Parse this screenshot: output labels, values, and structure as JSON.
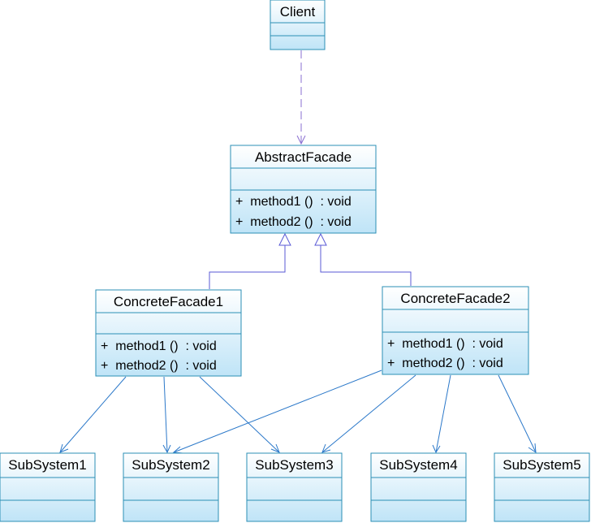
{
  "colors": {
    "box_border": "#2b8fb5",
    "box_fill_top": "#ffffff",
    "box_fill_bottom": "#bfe4f7",
    "dependency": "#8a6fd1",
    "generalization": "#5a5ad6",
    "association": "#2b78c9"
  },
  "classes": {
    "client": {
      "name": "Client"
    },
    "abstract_facade": {
      "name": "AbstractFacade",
      "operations": [
        "+  method1 ()  : void",
        "+  method2 ()  : void"
      ]
    },
    "concrete_facade1": {
      "name": "ConcreteFacade1",
      "operations": [
        "+  method1 ()  : void",
        "+  method2 ()  : void"
      ]
    },
    "concrete_facade2": {
      "name": "ConcreteFacade2",
      "operations": [
        "+  method1 ()  : void",
        "+  method2 ()  : void"
      ]
    },
    "subsystem1": {
      "name": "SubSystem1"
    },
    "subsystem2": {
      "name": "SubSystem2"
    },
    "subsystem3": {
      "name": "SubSystem3"
    },
    "subsystem4": {
      "name": "SubSystem4"
    },
    "subsystem5": {
      "name": "SubSystem5"
    }
  },
  "relationships": [
    {
      "type": "dependency",
      "from": "client",
      "to": "abstract_facade"
    },
    {
      "type": "generalization",
      "from": "concrete_facade1",
      "to": "abstract_facade"
    },
    {
      "type": "generalization",
      "from": "concrete_facade2",
      "to": "abstract_facade"
    },
    {
      "type": "association",
      "from": "concrete_facade1",
      "to": "subsystem1"
    },
    {
      "type": "association",
      "from": "concrete_facade1",
      "to": "subsystem2"
    },
    {
      "type": "association",
      "from": "concrete_facade1",
      "to": "subsystem3"
    },
    {
      "type": "association",
      "from": "concrete_facade2",
      "to": "subsystem2"
    },
    {
      "type": "association",
      "from": "concrete_facade2",
      "to": "subsystem3"
    },
    {
      "type": "association",
      "from": "concrete_facade2",
      "to": "subsystem4"
    },
    {
      "type": "association",
      "from": "concrete_facade2",
      "to": "subsystem5"
    }
  ]
}
